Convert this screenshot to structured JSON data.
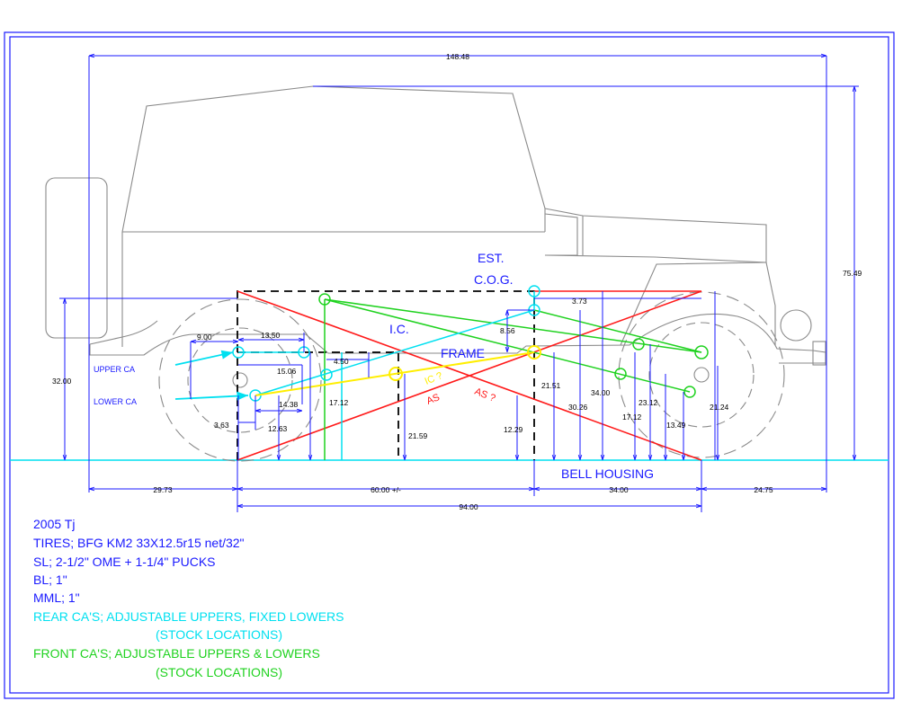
{
  "colors": {
    "frame": "#1a1aff",
    "body": "#8a8a8a",
    "ground": "#00e0f0",
    "rear_arms": "#00e0f0",
    "front_arms": "#1fd21f",
    "anti_squat": "#ff1a1a",
    "instant_center": "#ffee00",
    "dimensions": "#1a1aff"
  },
  "labels": {
    "est": "EST.",
    "cog": "C.O.G.",
    "ic": "I.C.",
    "frame": "FRAME",
    "bell_housing": "BELL HOUSING",
    "upper_ca": "UPPER CA",
    "lower_ca": "LOWER CA",
    "ic_q": "IC ?",
    "as": "AS",
    "as_q": "AS ?"
  },
  "dimensions": {
    "overall_length": "148.48",
    "overall_height": "75.49",
    "cog_height": "32.00",
    "rear_overhang": "29.73",
    "wheelbase_left": "60.00 +/-",
    "wheelbase_right": "34.00",
    "front_overhang": "24.75",
    "wheelbase": "94.00",
    "d_9_00": "9.00",
    "d_13_50": "13.50",
    "d_15_06": "15.06",
    "d_4_50": "4.50",
    "d_14_38": "14.38",
    "d_17_12_rear": "17.12",
    "d_3_63": "3.63",
    "d_12_63": "12.63",
    "d_21_59": "21.59",
    "d_12_29": "12.29",
    "d_8_56": "8.56",
    "d_3_73": "3.73",
    "d_21_51": "21.51",
    "d_30_26": "30.26",
    "d_34_00": "34.00",
    "d_23_12": "23.12",
    "d_17_12_front": "17.12",
    "d_13_49": "13.49",
    "d_21_24": "21.24"
  },
  "notes": {
    "l1": "2005 Tj",
    "l2": "TIRES;   BFG KM2 33X12.5r15 net/32\"",
    "l3": "SL;   2-1/2\" OME + 1-1/4\" PUCKS",
    "l4": "BL;   1\"",
    "l5": "MML;   1\"",
    "l6": "REAR CA'S;   ADJUSTABLE UPPERS, FIXED LOWERS",
    "l7": "(STOCK LOCATIONS)",
    "l8": "FRONT CA'S;  ADJUSTABLE UPPERS & LOWERS",
    "l9": "(STOCK LOCATIONS)"
  }
}
